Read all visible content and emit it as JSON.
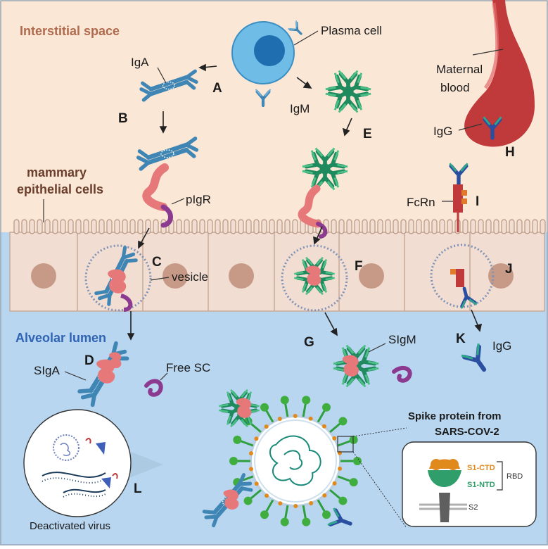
{
  "regions": {
    "interstitial": "Interstitial space",
    "epithelial_line1": "mammary",
    "epithelial_line2": "epithelial cells",
    "alveolar": "Alveolar lumen"
  },
  "labels": {
    "plasma_cell": "Plasma cell",
    "maternal_line1": "Maternal",
    "maternal_line2": "blood",
    "iga": "IgA",
    "igm": "IgM",
    "igg_blood": "IgG",
    "pigr": "pIgR",
    "fcrn": "FcRn",
    "vesicle": "vesicle",
    "siga": "SIgA",
    "free_sc": "Free SC",
    "sigm": "SIgM",
    "igg_lumen": "IgG",
    "deactivated": "Deactivated virus",
    "spike_line1": "Spike protein from",
    "spike_line2": "SARS-COV-2",
    "s1_ctd": "S1-CTD",
    "s1_ntd": "S1-NTD",
    "rbd": "RBD",
    "s2": "S2"
  },
  "step_letters": {
    "A": "A",
    "B": "B",
    "C": "C",
    "D": "D",
    "E": "E",
    "F": "F",
    "G": "G",
    "H": "H",
    "I": "I",
    "J": "J",
    "K": "K",
    "L": "L"
  },
  "colors": {
    "interstitial_bg": "#fbe7d6",
    "lumen_bg": "#b9d6f0",
    "cell_fill": "#f1ddd1",
    "iga_blue": "#3f86b5",
    "igm_green": "#1f8a5e",
    "igg_blue": "#2a4fa0",
    "pigr_pink": "#e7787a",
    "sc_purple": "#8b3a8f",
    "blood_red": "#c0393b",
    "interstitial_title": "#b06a4d",
    "epithelial_title": "#6b3e2c",
    "alveolar_title": "#2f64b4",
    "s1_ctd": "#e08a1e",
    "s1_ntd": "#2f9e6b"
  }
}
